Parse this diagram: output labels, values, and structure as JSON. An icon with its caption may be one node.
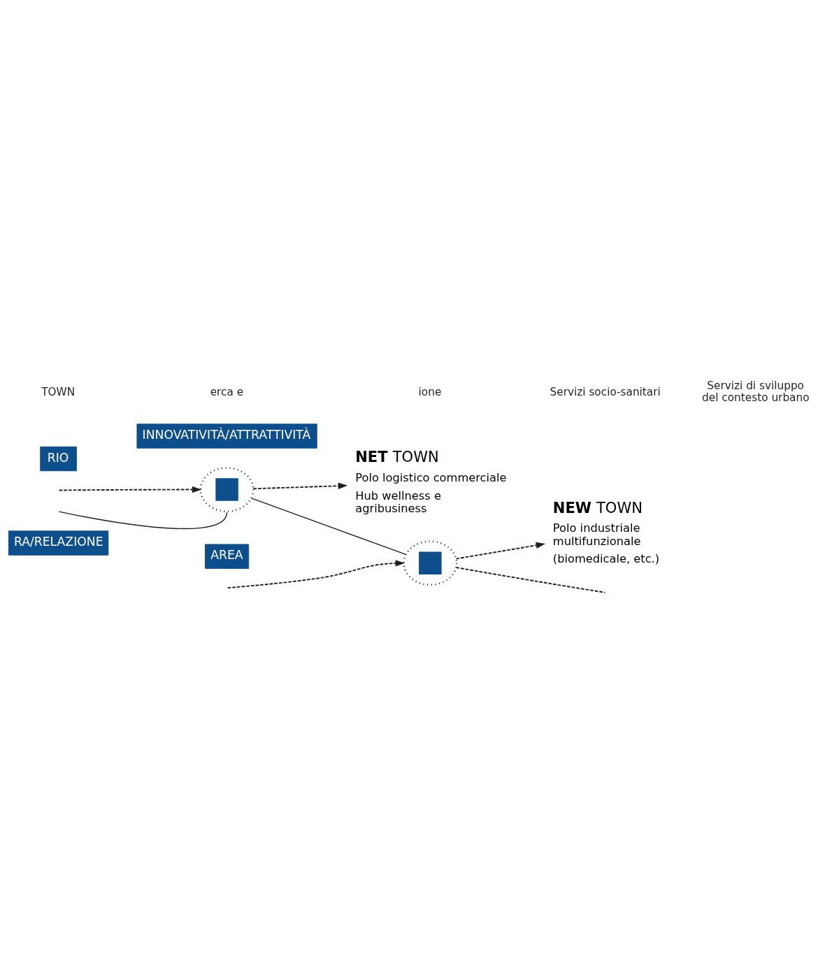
{
  "diagram": {
    "nodes": [
      {
        "text": [
          "RA/RELAZIONE"
        ]
      },
      {
        "text": [
          "RIO"
        ]
      },
      {
        "text": [
          "INNOVATIVITÀ/ATTRATTIVITÀ"
        ]
      },
      {
        "text": [
          "AREA"
        ]
      },
      {
        "text": [],
        "shape": "box"
      },
      {
        "text": [
          "**NET** TOWN",
          "Polo logistico commerciale",
          "Hub wellness e agribusiness"
        ]
      },
      {
        "text": [],
        "shape": "box"
      },
      {
        "text": [
          "**NEW** TOWN",
          "Polo industriale multifunzionale",
          "(biomedicale, etc.)"
        ]
      }
    ],
    "edges": [
      {
        "from": null,
        "to": 4,
        "arrow": "none"
      },
      {
        "from": null,
        "to": 4,
        "arrow": "to",
        "style": "dashed"
      },
      {
        "from": 4,
        "to": 5,
        "arrow": "to",
        "style": "dashed"
      },
      {
        "from": null,
        "to": 6,
        "arrow": "to",
        "style": "dashed"
      },
      {
        "from": 4,
        "to": 6,
        "arrow": "none"
      },
      {
        "from": 6,
        "to": 7,
        "arrow": "to",
        "style": "dashed"
      },
      {
        "from": 6,
        "to": null,
        "arrow": "none",
        "style": "dashed"
      }
    ],
    "labels": [
      "TOWN",
      "erca e",
      "ione",
      "Servizi socio-sanitari",
      "Servizi di sviluppo del contesto urbano"
    ]
  }
}
